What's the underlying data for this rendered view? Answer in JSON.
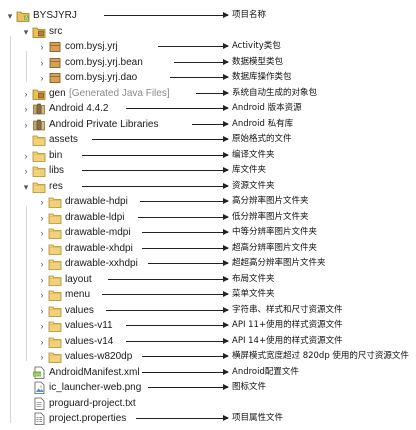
{
  "rows": [
    {
      "label": "BYSJYRJ",
      "gray_suffix": "",
      "indent": 0,
      "expander": "open",
      "icon": "project-icon",
      "note": "项目名称",
      "arrow_start": 104
    },
    {
      "label": "src",
      "gray_suffix": "",
      "indent": 1,
      "expander": "open",
      "icon": "source-folder-icon",
      "note": "",
      "arrow_start": 0
    },
    {
      "label": "com.bysj.yrj",
      "gray_suffix": "",
      "indent": 2,
      "expander": "closed",
      "icon": "package-icon",
      "note": "Activity类包",
      "arrow_start": 158
    },
    {
      "label": "com.bysj.yrj.bean",
      "gray_suffix": "",
      "indent": 2,
      "expander": "closed",
      "icon": "package-icon",
      "note": "数据模型类包",
      "arrow_start": 174
    },
    {
      "label": "com.bysj.yrj.dao",
      "gray_suffix": "",
      "indent": 2,
      "expander": "closed",
      "icon": "package-icon",
      "note": "数据库操作类包",
      "arrow_start": 170
    },
    {
      "label": "gen ",
      "gray_suffix": "[Generated Java Files]",
      "indent": 1,
      "expander": "closed",
      "icon": "source-folder-icon",
      "note": "系统自动生成的对象包",
      "arrow_start": 196
    },
    {
      "label": "Android 4.4.2",
      "gray_suffix": "",
      "indent": 1,
      "expander": "closed",
      "icon": "library-icon",
      "note": "Android 版本资源",
      "arrow_start": 126
    },
    {
      "label": "Android Private Libraries",
      "gray_suffix": "",
      "indent": 1,
      "expander": "closed",
      "icon": "library-icon",
      "note": "Android 私有库",
      "arrow_start": 192
    },
    {
      "label": "assets",
      "gray_suffix": "",
      "indent": 1,
      "expander": "none",
      "icon": "folder-icon",
      "note": "原始格式的文件",
      "arrow_start": 92
    },
    {
      "label": "bin",
      "gray_suffix": "",
      "indent": 1,
      "expander": "closed",
      "icon": "folder-icon",
      "note": "编译文件夹",
      "arrow_start": 82
    },
    {
      "label": "libs",
      "gray_suffix": "",
      "indent": 1,
      "expander": "closed",
      "icon": "folder-icon",
      "note": "库文件夹",
      "arrow_start": 82
    },
    {
      "label": "res",
      "gray_suffix": "",
      "indent": 1,
      "expander": "open",
      "icon": "folder-icon",
      "note": "资源文件夹",
      "arrow_start": 82
    },
    {
      "label": "drawable-hdpi",
      "gray_suffix": "",
      "indent": 2,
      "expander": "closed",
      "icon": "folder-icon",
      "note": "高分辨率图片文件夹",
      "arrow_start": 140
    },
    {
      "label": "drawable-ldpi",
      "gray_suffix": "",
      "indent": 2,
      "expander": "closed",
      "icon": "folder-icon",
      "note": "低分辨率图片文件夹",
      "arrow_start": 138
    },
    {
      "label": "drawable-mdpi",
      "gray_suffix": "",
      "indent": 2,
      "expander": "closed",
      "icon": "folder-icon",
      "note": "中等分辨率图片文件夹",
      "arrow_start": 142
    },
    {
      "label": "drawable-xhdpi",
      "gray_suffix": "",
      "indent": 2,
      "expander": "closed",
      "icon": "folder-icon",
      "note": "超高分辨率图片文件夹",
      "arrow_start": 142
    },
    {
      "label": "drawable-xxhdpi",
      "gray_suffix": "",
      "indent": 2,
      "expander": "closed",
      "icon": "folder-icon",
      "note": "超超高分辨率图片文件夹",
      "arrow_start": 148
    },
    {
      "label": "layout",
      "gray_suffix": "",
      "indent": 2,
      "expander": "closed",
      "icon": "folder-icon",
      "note": "布局文件夹",
      "arrow_start": 108
    },
    {
      "label": "menu",
      "gray_suffix": "",
      "indent": 2,
      "expander": "closed",
      "icon": "folder-icon",
      "note": "菜单文件夹",
      "arrow_start": 102
    },
    {
      "label": "values",
      "gray_suffix": "",
      "indent": 2,
      "expander": "closed",
      "icon": "folder-icon",
      "note": "字符串、样式和尺寸资源文件",
      "arrow_start": 106
    },
    {
      "label": "values-v11",
      "gray_suffix": "",
      "indent": 2,
      "expander": "closed",
      "icon": "folder-icon",
      "note": "API 11+使用的样式资源文件",
      "arrow_start": 126
    },
    {
      "label": "values-v14",
      "gray_suffix": "",
      "indent": 2,
      "expander": "closed",
      "icon": "folder-icon",
      "note": "API 14+使用的样式资源文件",
      "arrow_start": 126
    },
    {
      "label": "values-w820dp",
      "gray_suffix": "",
      "indent": 2,
      "expander": "closed",
      "icon": "folder-icon",
      "note": "横屏模式宽度超过 820dp 使用的尺寸资源文件",
      "arrow_start": 142
    },
    {
      "label": "AndroidManifest.xml",
      "gray_suffix": "",
      "indent": 1,
      "expander": "none",
      "icon": "xml-file-icon",
      "note": "Android配置文件",
      "arrow_start": 142
    },
    {
      "label": "ic_launcher-web.png",
      "gray_suffix": "",
      "indent": 1,
      "expander": "none",
      "icon": "image-file-icon",
      "note": "图标文件",
      "arrow_start": 148
    },
    {
      "label": "proguard-project.txt",
      "gray_suffix": "",
      "indent": 1,
      "expander": "none",
      "icon": "text-file-icon",
      "note": "",
      "arrow_start": 0
    },
    {
      "label": "project.properties",
      "gray_suffix": "",
      "indent": 1,
      "expander": "none",
      "icon": "properties-file-icon",
      "note": "项目属性文件",
      "arrow_start": 136
    }
  ]
}
